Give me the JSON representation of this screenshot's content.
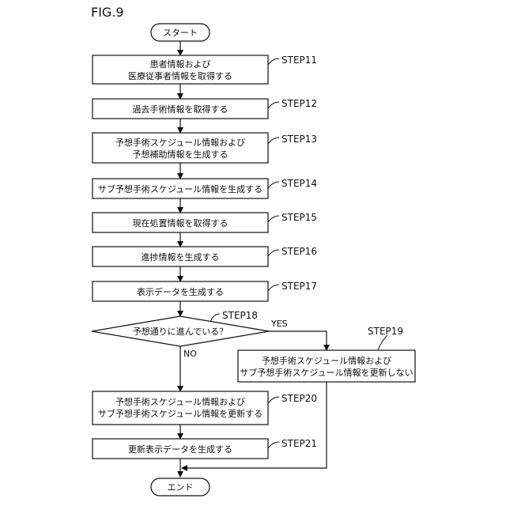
{
  "figure_label": "FIG.9",
  "start": "スタート",
  "end": "エンド",
  "steps": {
    "s11": {
      "id": "STEP11",
      "lines": [
        "患者情報および",
        "医療従事者情報を取得する"
      ]
    },
    "s12": {
      "id": "STEP12",
      "lines": [
        "過去手術情報を取得する"
      ]
    },
    "s13": {
      "id": "STEP13",
      "lines": [
        "予想手術スケジュール情報および",
        "予想補助情報を生成する"
      ]
    },
    "s14": {
      "id": "STEP14",
      "lines": [
        "サブ予想手術スケジュール情報を生成する"
      ]
    },
    "s15": {
      "id": "STEP15",
      "lines": [
        "現在処置情報を取得する"
      ]
    },
    "s16": {
      "id": "STEP16",
      "lines": [
        "進捗情報を生成する"
      ]
    },
    "s17": {
      "id": "STEP17",
      "lines": [
        "表示データを生成する"
      ]
    },
    "s18": {
      "id": "STEP18",
      "lines": [
        "予想通りに進んでいる？"
      ]
    },
    "s19": {
      "id": "STEP19",
      "lines": [
        "予想手術スケジュール情報および",
        "サブ予想手術スケジュール情報を更新しない"
      ]
    },
    "s20": {
      "id": "STEP20",
      "lines": [
        "予想手術スケジュール情報および",
        "サブ予想手術スケジュール情報を更新する"
      ]
    },
    "s21": {
      "id": "STEP21",
      "lines": [
        "更新表示データを生成する"
      ]
    }
  },
  "branches": {
    "yes": "YES",
    "no": "NO"
  }
}
